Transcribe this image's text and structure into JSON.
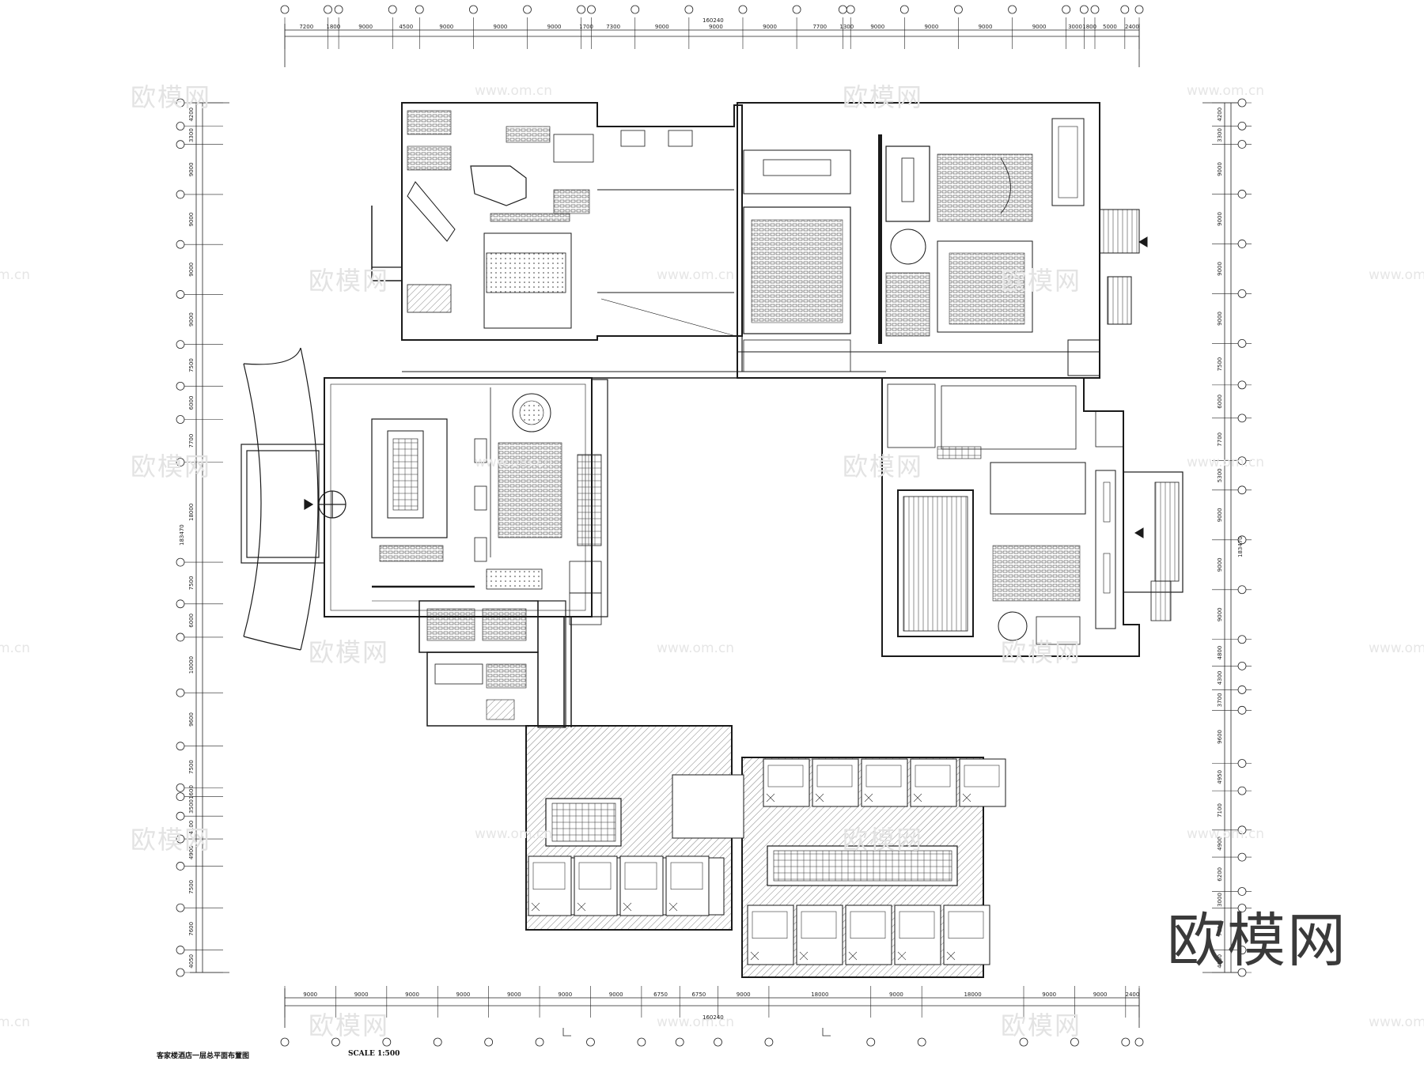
{
  "drawing": {
    "title": "客家楼酒店一层总平面布置图",
    "scale": "SCALE 1:500",
    "logo": "欧模网",
    "watermark_text": "欧模网",
    "watermark_url": "www.om.cn"
  },
  "dimensions": {
    "top_total": "160240",
    "bottom_total": "160240",
    "left_total": "183470",
    "right_total": "183470",
    "top_segments": [
      "7200",
      "1800",
      "9000",
      "4500",
      "9000",
      "9000",
      "9000",
      "1700",
      "7300",
      "9000",
      "9000",
      "9000",
      "7700",
      "1300",
      "9000",
      "9000",
      "9000",
      "9000",
      "3000",
      "1800",
      "5000",
      "2400"
    ],
    "bottom_segments": [
      "9000",
      "9000",
      "9000",
      "9000",
      "9000",
      "9000",
      "9000",
      "6750",
      "6750",
      "9000",
      "18000",
      "9000",
      "18000",
      "9000",
      "9000",
      "2400"
    ],
    "left_segments": [
      "4200",
      "3300",
      "9000",
      "9000",
      "9000",
      "9000",
      "7500",
      "6000",
      "7700",
      "18000",
      "7500",
      "6000",
      "10000",
      "9600",
      "7500",
      "1600",
      "3500",
      "4100",
      "4900",
      "7500",
      "7600",
      "4050"
    ],
    "right_segments": [
      "4200",
      "3300",
      "9000",
      "9000",
      "9000",
      "9000",
      "7500",
      "6000",
      "7700",
      "5300",
      "9000",
      "9000",
      "9000",
      "4800",
      "4300",
      "3700",
      "9600",
      "4950",
      "7100",
      "4900",
      "6200",
      "3000",
      "7600",
      "4050"
    ]
  },
  "colors": {
    "line": "#1a1a1a",
    "hatch": "#555555",
    "watermark": "#e3e3e3"
  }
}
